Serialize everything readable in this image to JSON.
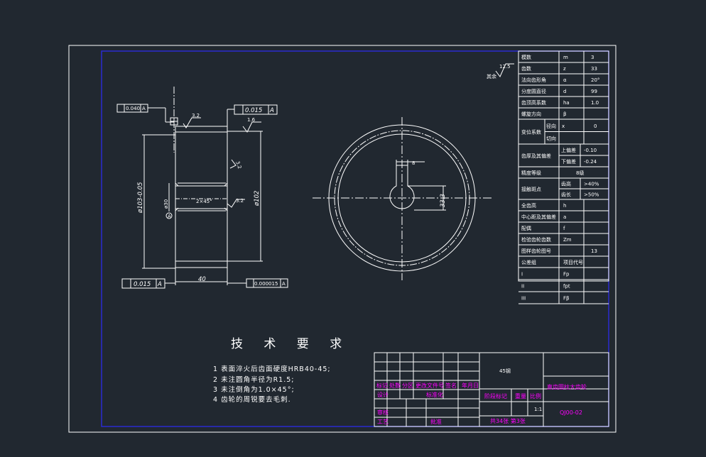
{
  "technical_requirements": {
    "title": "技 术 要 求",
    "items": [
      "1   表面淬火后齿面硬度HRB40-45;",
      "2   未注圆角半径为R1.5;",
      "3   未注倒角为1.0×45°;",
      "4   齿轮的周锐要去毛刺."
    ]
  },
  "section_view": {
    "tol_top_left": "0.040",
    "tol_top_left_ref": "A",
    "tol_top_right": "0.015",
    "tol_top_right_ref": "A",
    "tol_bottom_left": "0.015",
    "tol_bottom_left_ref": "A",
    "tol_bottom_right": "0.000015",
    "tol_bottom_right_ref": "A",
    "rough_top_left": "3.2",
    "rough_top_right": "1.6",
    "rough_mid_right": "3.2",
    "rough_side": "3.2",
    "chamfer": "2×45°",
    "dim_od": "ø103-0.05",
    "dim_pitch": "ø102",
    "dim_bore": "ø30",
    "dim_width": "40",
    "datum_mark": "A"
  },
  "front_view": {
    "keyway_width": "8",
    "keyway_depth": "33.3",
    "roughness_all": "12.5",
    "roughness_all_label": "其余"
  },
  "params_table": {
    "rows": [
      {
        "label": "模数",
        "sym": "m",
        "val": "3"
      },
      {
        "label": "齿数",
        "sym": "z",
        "val": "33"
      },
      {
        "label": "法向齿形角",
        "sym": "α",
        "val": "20°"
      },
      {
        "label": "分度圆直径",
        "sym": "d",
        "val": "99"
      },
      {
        "label": "齿顶高系数",
        "sym": "ha",
        "val": "1.0"
      },
      {
        "label": "螺旋方向",
        "sym": "β",
        "val": ""
      },
      {
        "label": "变位系数",
        "sub1": "径向",
        "sym": "x",
        "val": "0",
        "sub2": "切向"
      },
      {
        "label": "齿厚及其偏差",
        "sub1": "上偏差",
        "val1": "-0.10",
        "sub2": "下偏差",
        "val2": "-0.24"
      },
      {
        "label": "精度等级",
        "val": "8级"
      },
      {
        "label": "接触斑点",
        "sub1": "齿高",
        "val1": ">40%",
        "sub2": "齿长",
        "val2": ">50%"
      },
      {
        "label": "全齿高",
        "sym": "h",
        "val": ""
      },
      {
        "label": "中心距及其偏差",
        "sym": "a",
        "val": ""
      },
      {
        "label": "配偶",
        "sym": "f",
        "val": ""
      },
      {
        "label": "检验齿轮齿数",
        "sym": "Zm",
        "val": ""
      },
      {
        "label": "图样齿轮图号",
        "sym": "",
        "val": "13"
      },
      {
        "label": "公差组",
        "sym": "项目代号",
        "val": ""
      },
      {
        "label": "I",
        "sym": "Fp",
        "val": ""
      },
      {
        "label": "II",
        "sym": "fpt",
        "val": ""
      },
      {
        "label": "III",
        "sym": "Fβ",
        "val": ""
      }
    ]
  },
  "title_block": {
    "material": "45钢",
    "drawing_name": "直齿圆柱大齿轮",
    "drawing_no": "QJ00-02",
    "scale": "1:1",
    "sheets": "共34张 第3张",
    "headers": [
      "标记",
      "处数",
      "分区",
      "更改文件号",
      "签名",
      "年月日"
    ],
    "design": "设计",
    "standard": "标准化",
    "review": "审核",
    "process": "工艺",
    "approve": "批准",
    "stage": "阶段标记",
    "weight": "重量",
    "ratio": "比例"
  },
  "colors": {
    "background": "#212830",
    "line": "#ffffff",
    "frame_inner": "#2a2ad0",
    "annotation": "#ff00ff"
  }
}
